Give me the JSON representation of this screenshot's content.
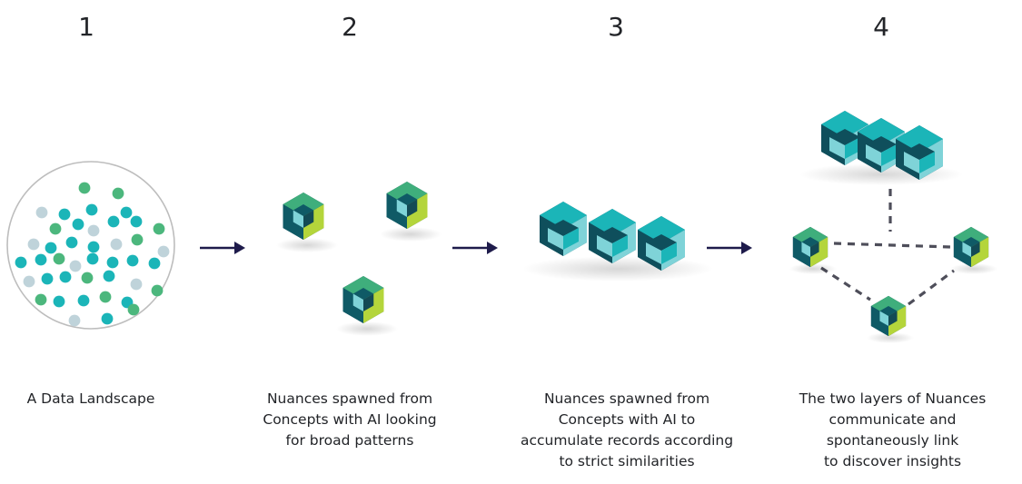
{
  "steps": [
    {
      "number": "1",
      "caption_lines": [
        "A Data Landscape"
      ]
    },
    {
      "number": "2",
      "caption_lines": [
        "Nuances spawned from",
        "Concepts with AI looking",
        "for broad patterns"
      ]
    },
    {
      "number": "3",
      "caption_lines": [
        "Nuances spawned from",
        "Concepts with AI to",
        "accumulate records according",
        "to strict similarities"
      ]
    },
    {
      "number": "4",
      "caption_lines": [
        "The two layers of Nuances",
        "communicate and",
        "spontaneously link",
        "to discover insights"
      ]
    }
  ],
  "colors": {
    "teal": "#1bb5b8",
    "green": "#4cb77d",
    "grey_dot": "#bfd3da",
    "navy": "#1e1b4b",
    "cube_dark": "#0f5a66",
    "cube_lime": "#b4d53b",
    "cube_aqua": "#7fd3d8",
    "link_dash": "#4e4e5a"
  }
}
